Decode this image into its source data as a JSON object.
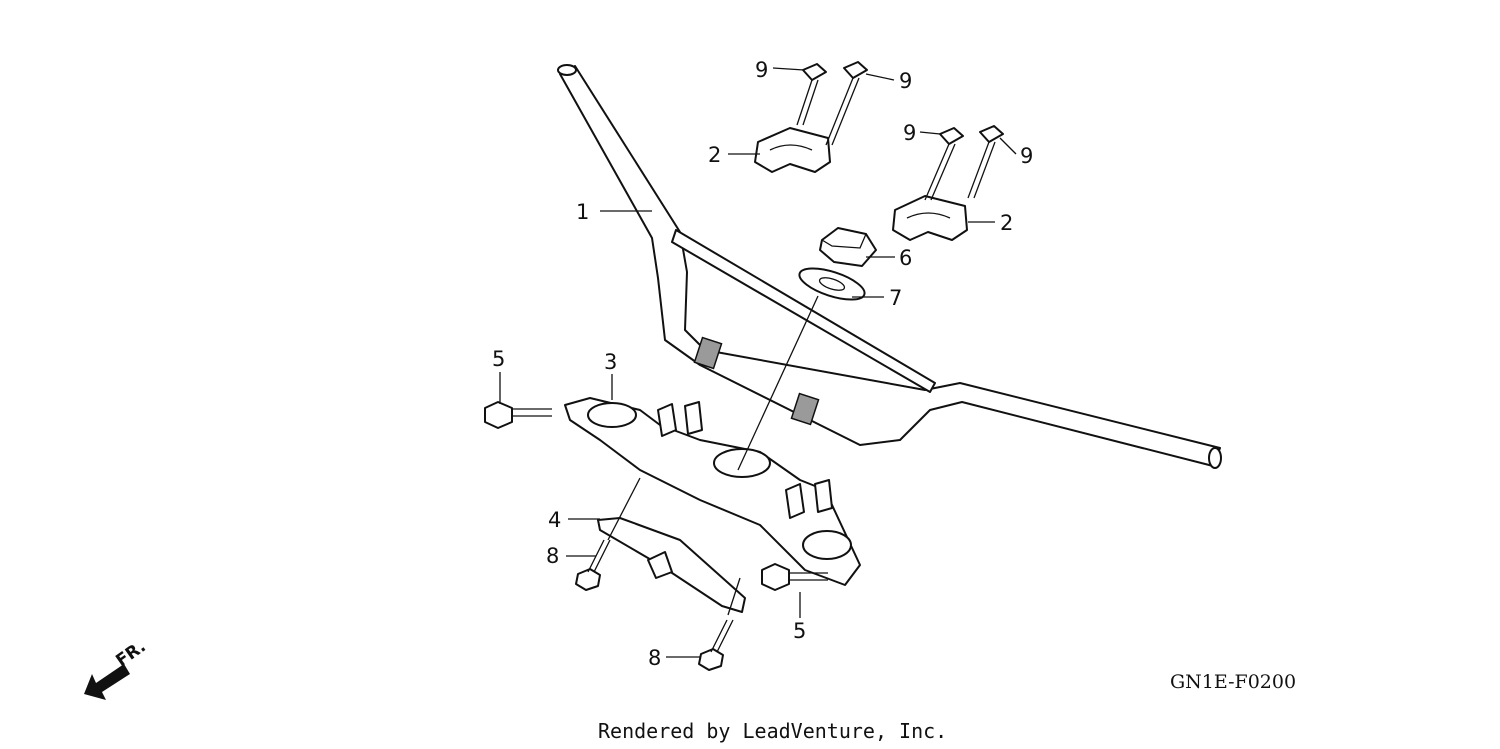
{
  "diagram": {
    "callouts": {
      "c1": "1",
      "c2a": "2",
      "c2b": "2",
      "c3": "3",
      "c4": "4",
      "c5a": "5",
      "c5b": "5",
      "c6": "6",
      "c7": "7",
      "c8a": "8",
      "c8b": "8",
      "c9a": "9",
      "c9b": "9",
      "c9c": "9",
      "c9d": "9"
    },
    "front_marker": "FR.",
    "diagram_code": "GN1E-F0200",
    "credit": "Rendered by LeadVenture, Inc."
  }
}
